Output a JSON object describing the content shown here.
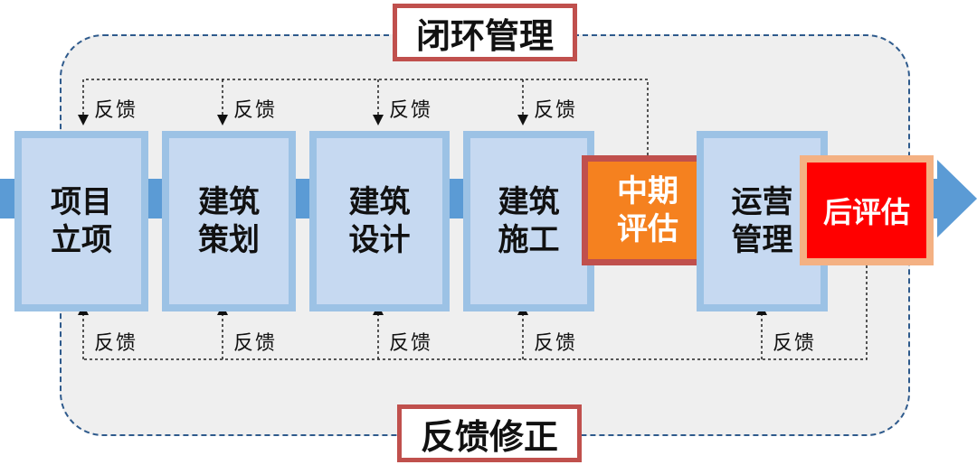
{
  "title_top": "闭环管理",
  "title_bottom": "反馈修正",
  "stages": [
    "项目\n立项",
    "建筑\n策划",
    "建筑\n设计",
    "建筑\n施工",
    "运营\n管理"
  ],
  "mid_evaluation": "中期\n评估",
  "post_evaluation": "后评估",
  "feedback_label": "反馈",
  "colors": {
    "loop_border": "#2e5a8c",
    "stage_fill": "#c6d9f1",
    "stage_border": "#9cc2e5",
    "arrow": "#5b9bd5",
    "mid_eval_fill": "#f5811f",
    "post_eval_fill": "#ff0000",
    "title_border": "#c0504d"
  }
}
